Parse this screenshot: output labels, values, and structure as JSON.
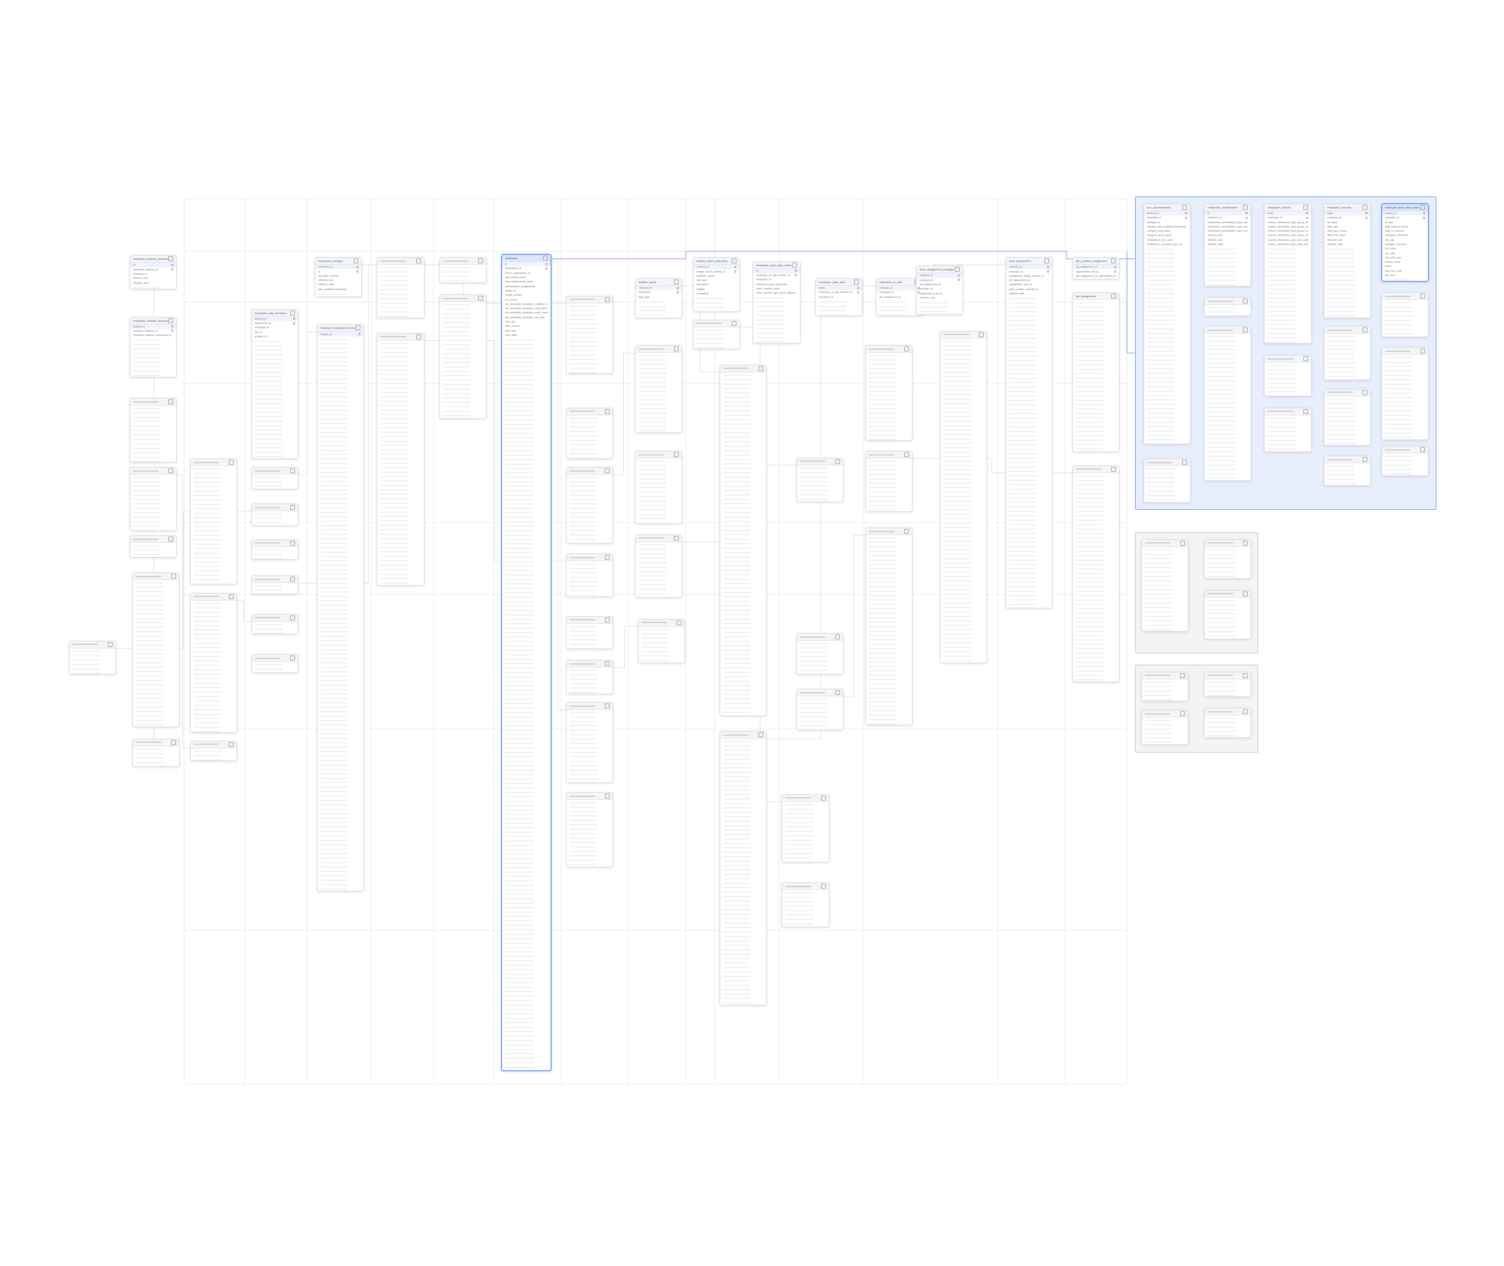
{
  "diagram": {
    "title": "",
    "colors": {
      "highlight": "#5b8def",
      "group_blue": "#e7eefc",
      "group_gray": "#f3f4f6",
      "line": "#d5d8dd",
      "line_highlight": "#7fa3e6"
    }
  },
  "tables": [
    {
      "name": "employee_balance_transaction",
      "fields": [
        "id",
        "employee_balance_id",
        "employee_id",
        "effective_end",
        "effective_start"
      ]
    },
    {
      "name": "employee_balance_transaction_history",
      "fields": [
        "fivetran_id",
        "employee_balance_id",
        "employee_balance_transaction_id"
      ]
    },
    {
      "name": "",
      "fields": []
    },
    {
      "name": "",
      "fields": []
    },
    {
      "name": "",
      "fields": []
    },
    {
      "name": "",
      "fields": []
    },
    {
      "name": "",
      "fields": []
    },
    {
      "name": "",
      "fields": []
    },
    {
      "name": "",
      "fields": []
    },
    {
      "name": "",
      "fields": []
    },
    {
      "name": "",
      "fields": []
    },
    {
      "name": "employee_pay_summary",
      "fields": [
        "fivetran_id",
        "department_id",
        "employee_id",
        "job_id",
        "position_id"
      ]
    },
    {
      "name": "",
      "fields": []
    },
    {
      "name": "",
      "fields": []
    },
    {
      "name": "",
      "fields": []
    },
    {
      "name": "",
      "fields": []
    },
    {
      "name": "",
      "fields": []
    },
    {
      "name": "",
      "fields": []
    },
    {
      "name": "employee_manager",
      "fields": [
        "employee_id",
        "id",
        "derivation_method",
        "effective_end",
        "effective_start",
        "last_modified_timestamp"
      ]
    },
    {
      "name": "employee_employment_information",
      "fields": [
        "fivetran_id"
      ]
    },
    {
      "name": "",
      "fields": []
    },
    {
      "name": "",
      "fields": []
    },
    {
      "name": "",
      "fields": []
    },
    {
      "name": "",
      "fields": []
    },
    {
      "name": "employee",
      "fields": [
        "id",
        "department_id",
        "home_organization_id",
        "has_federal_taxes",
        "has_supplemental_taxes",
        "authorization_assignments",
        "badge_id",
        "badge_number",
        "bio_userid",
        "bio_sensitivity_descriptor_modified_timestamp",
        "bio_sensitivity_descriptor_long_name",
        "bio_sensitivity_descriptor_short_name",
        "bio_sensitivity_descriptor_ref_code",
        "birth_city",
        "birth_country",
        "birth_date",
        "birth_state"
      ]
    },
    {
      "name": "",
      "fields": []
    },
    {
      "name": "",
      "fields": []
    },
    {
      "name": "",
      "fields": []
    },
    {
      "name": "",
      "fields": []
    },
    {
      "name": "",
      "fields": []
    },
    {
      "name": "",
      "fields": []
    },
    {
      "name": "",
      "fields": []
    },
    {
      "name": "",
      "fields": []
    },
    {
      "name": "analyst_report",
      "fields": [
        "_fivetran_id",
        "description",
        "data_type"
      ]
    },
    {
      "name": "",
      "fields": []
    },
    {
      "name": "",
      "fields": []
    },
    {
      "name": "",
      "fields": []
    },
    {
      "name": "",
      "fields": []
    },
    {
      "name": "analyst_report_data_flow",
      "fields": [
        "_fivetran_id",
        "analyst_report_fivetran_id",
        "available_values",
        "data_type",
        "description",
        "editable",
        "is_required"
      ]
    },
    {
      "name": "",
      "fields": []
    },
    {
      "name": "",
      "fields": []
    },
    {
      "name": "employee_prep_split_matrix_code",
      "fields": [
        "id",
        "employee_pt_split_fivetran_id",
        "employee_id",
        "employee_prep_split_index",
        "stock_transfer_code",
        "labor_transfer_type_stock_transfer_code"
      ]
    },
    {
      "name": "",
      "fields": []
    },
    {
      "name": "",
      "fields": []
    },
    {
      "name": "",
      "fields": []
    },
    {
      "name": "",
      "fields": []
    },
    {
      "name": "",
      "fields": []
    },
    {
      "name": "",
      "fields": []
    },
    {
      "name": "employee_prep_split",
      "fields": [
        "index",
        "employee_pt_split_fivetran_id",
        "employee_id"
      ]
    },
    {
      "name": "employee_pt_split",
      "fields": [
        "_fivetran_id",
        "employee_id",
        "job_assignment_id"
      ]
    },
    {
      "name": "",
      "fields": []
    },
    {
      "name": "",
      "fields": []
    },
    {
      "name": "",
      "fields": []
    },
    {
      "name": "work_assignment_manager",
      "fields": [
        "_fivetran_id",
        "employee_id",
        "job_assignment_id",
        "manager_id",
        "organization_unit_id",
        "effective_end"
      ]
    },
    {
      "name": "",
      "fields": []
    },
    {
      "name": "work_assignment",
      "fields": [
        "_fivetran_id",
        "employee_id",
        "employment_status_reason_id",
        "job_assignment_id",
        "organization_unit_id",
        "work_location_override_id",
        "business_title"
      ]
    },
    {
      "name": "job_position_assignment",
      "fields": [
        "job_assignment_id",
        "organization_unit_id",
        "job_assignment_id_organization_unit_id"
      ]
    },
    {
      "name": "job_assignment",
      "fields": []
    },
    {
      "name": "",
      "fields": []
    },
    {
      "name": "eeo_representation",
      "fields": [
        "fivetran_id",
        "employee_id",
        "category_id",
        "category_last_modified_timestamp",
        "category_long_name",
        "category_short_name",
        "certification_role_value",
        "certification_education_type_id"
      ]
    },
    {
      "name": "contributor_identification",
      "fields": [
        "id",
        "employee_id",
        "contribution_identification_type_last_modified_timestamp",
        "contribution_identification_type_long_name",
        "contribution_identification_type_short_name",
        "country_code",
        "effective_end",
        "effective_start"
      ]
    },
    {
      "name": "",
      "fields": []
    },
    {
      "name": "",
      "fields": []
    },
    {
      "name": "employee_contact",
      "fields": [
        "index",
        "employee_id",
        "contact_information_type_group_last_modified_timestamp",
        "contact_information_type_group_long_name",
        "contact_information_type_group_short_name",
        "contact_information_type_group_ref_code",
        "contact_information_type_last_modified_timestamp",
        "contact_information_type_long_name"
      ]
    },
    {
      "name": "",
      "fields": []
    },
    {
      "name": "",
      "fields": []
    },
    {
      "name": "employee_property",
      "fields": [
        "index",
        "employee_id",
        "bit_value",
        "data_type",
        "data_type_source",
        "date_time_value",
        "effective_end",
        "effective_start"
      ]
    },
    {
      "name": "",
      "fields": []
    },
    {
      "name": "",
      "fields": []
    },
    {
      "name": "",
      "fields": []
    },
    {
      "name": "employee_time_away_from_work",
      "fields": [
        "fivetran_id",
        "employee_id",
        "all_day",
        "daily_elapsed_hours",
        "daily_hr_reduced",
        "employee_comment",
        "half_day",
        "manager_comment",
        "net_hours",
        "net_units",
        "net_units_type",
        "reason_name",
        "status",
        "time_unit_code",
        "time_end",
        "time_start"
      ]
    },
    {
      "name": "",
      "fields": []
    },
    {
      "name": "",
      "fields": []
    },
    {
      "name": "",
      "fields": []
    },
    {
      "name": "",
      "fields": []
    },
    {
      "name": "",
      "fields": []
    },
    {
      "name": "",
      "fields": []
    },
    {
      "name": "",
      "fields": []
    },
    {
      "name": "",
      "fields": []
    },
    {
      "name": "",
      "fields": []
    },
    {
      "name": "",
      "fields": []
    },
    {
      "name": "",
      "fields": []
    }
  ]
}
